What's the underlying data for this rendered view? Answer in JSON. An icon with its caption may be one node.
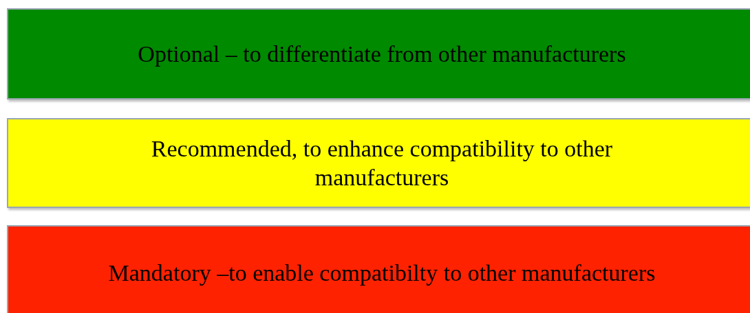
{
  "diagram": {
    "nodes": [
      {
        "text": [
          "Optional – to differentiate from other manufacturers"
        ]
      },
      {
        "text": [
          "Recommended, to enhance compatibility to other manufacturers"
        ]
      },
      {
        "text": [
          "Mandatory –to enable compatibilty to other manufacturers"
        ]
      }
    ]
  }
}
